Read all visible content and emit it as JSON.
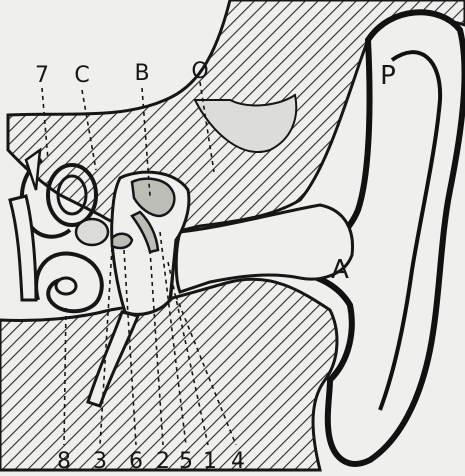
{
  "diagram": {
    "labels": {
      "top": {
        "seven": "7",
        "c": "C",
        "b": "B",
        "o": "O"
      },
      "outer": {
        "p": "P",
        "a": "A"
      },
      "bottom": {
        "eight": "8",
        "three": "3",
        "six": "6",
        "two": "2",
        "five": "5",
        "one": "1",
        "four": "4"
      }
    },
    "colors": {
      "ink": "#161616",
      "paper": "#efefed",
      "hatch": "#2a2a2a"
    }
  }
}
